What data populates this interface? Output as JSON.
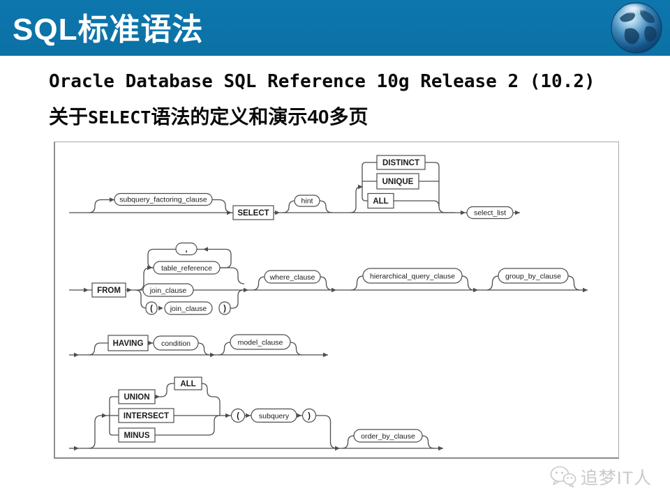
{
  "header": {
    "title": "SQL标准语法",
    "bg_color": "#0b71a5",
    "title_color": "#ffffff"
  },
  "content": {
    "line1": "Oracle Database SQL Reference 10g Release 2 (10.2)",
    "line2_prefix": "关于",
    "line2_keyword": "SELECT",
    "line2_suffix": "语法的定义和演示40多页"
  },
  "diagram": {
    "type": "railroad-syntax-diagram",
    "description": "Oracle SELECT statement railroad syntax diagram",
    "nodes": {
      "subquery_factoring_clause": "subquery_factoring_clause",
      "select_kw": "SELECT",
      "hint": "hint",
      "distinct_kw": "DISTINCT",
      "unique_kw": "UNIQUE",
      "all_kw": "ALL",
      "select_list": "select_list",
      "from_kw": "FROM",
      "comma": ",",
      "table_reference": "table_reference",
      "join_clause": "join_clause",
      "paren_open": "(",
      "paren_close": ")",
      "where_clause": "where_clause",
      "hierarchical_query_clause": "hierarchical_query_clause",
      "group_by_clause": "group_by_clause",
      "having_kw": "HAVING",
      "condition": "condition",
      "model_clause": "model_clause",
      "union_kw": "UNION",
      "all2_kw": "ALL",
      "intersect_kw": "INTERSECT",
      "minus_kw": "MINUS",
      "subquery": "subquery",
      "order_by_clause": "order_by_clause"
    }
  },
  "watermark": {
    "text": "追梦IT人",
    "icon": "wechat-chat-bubbles"
  }
}
